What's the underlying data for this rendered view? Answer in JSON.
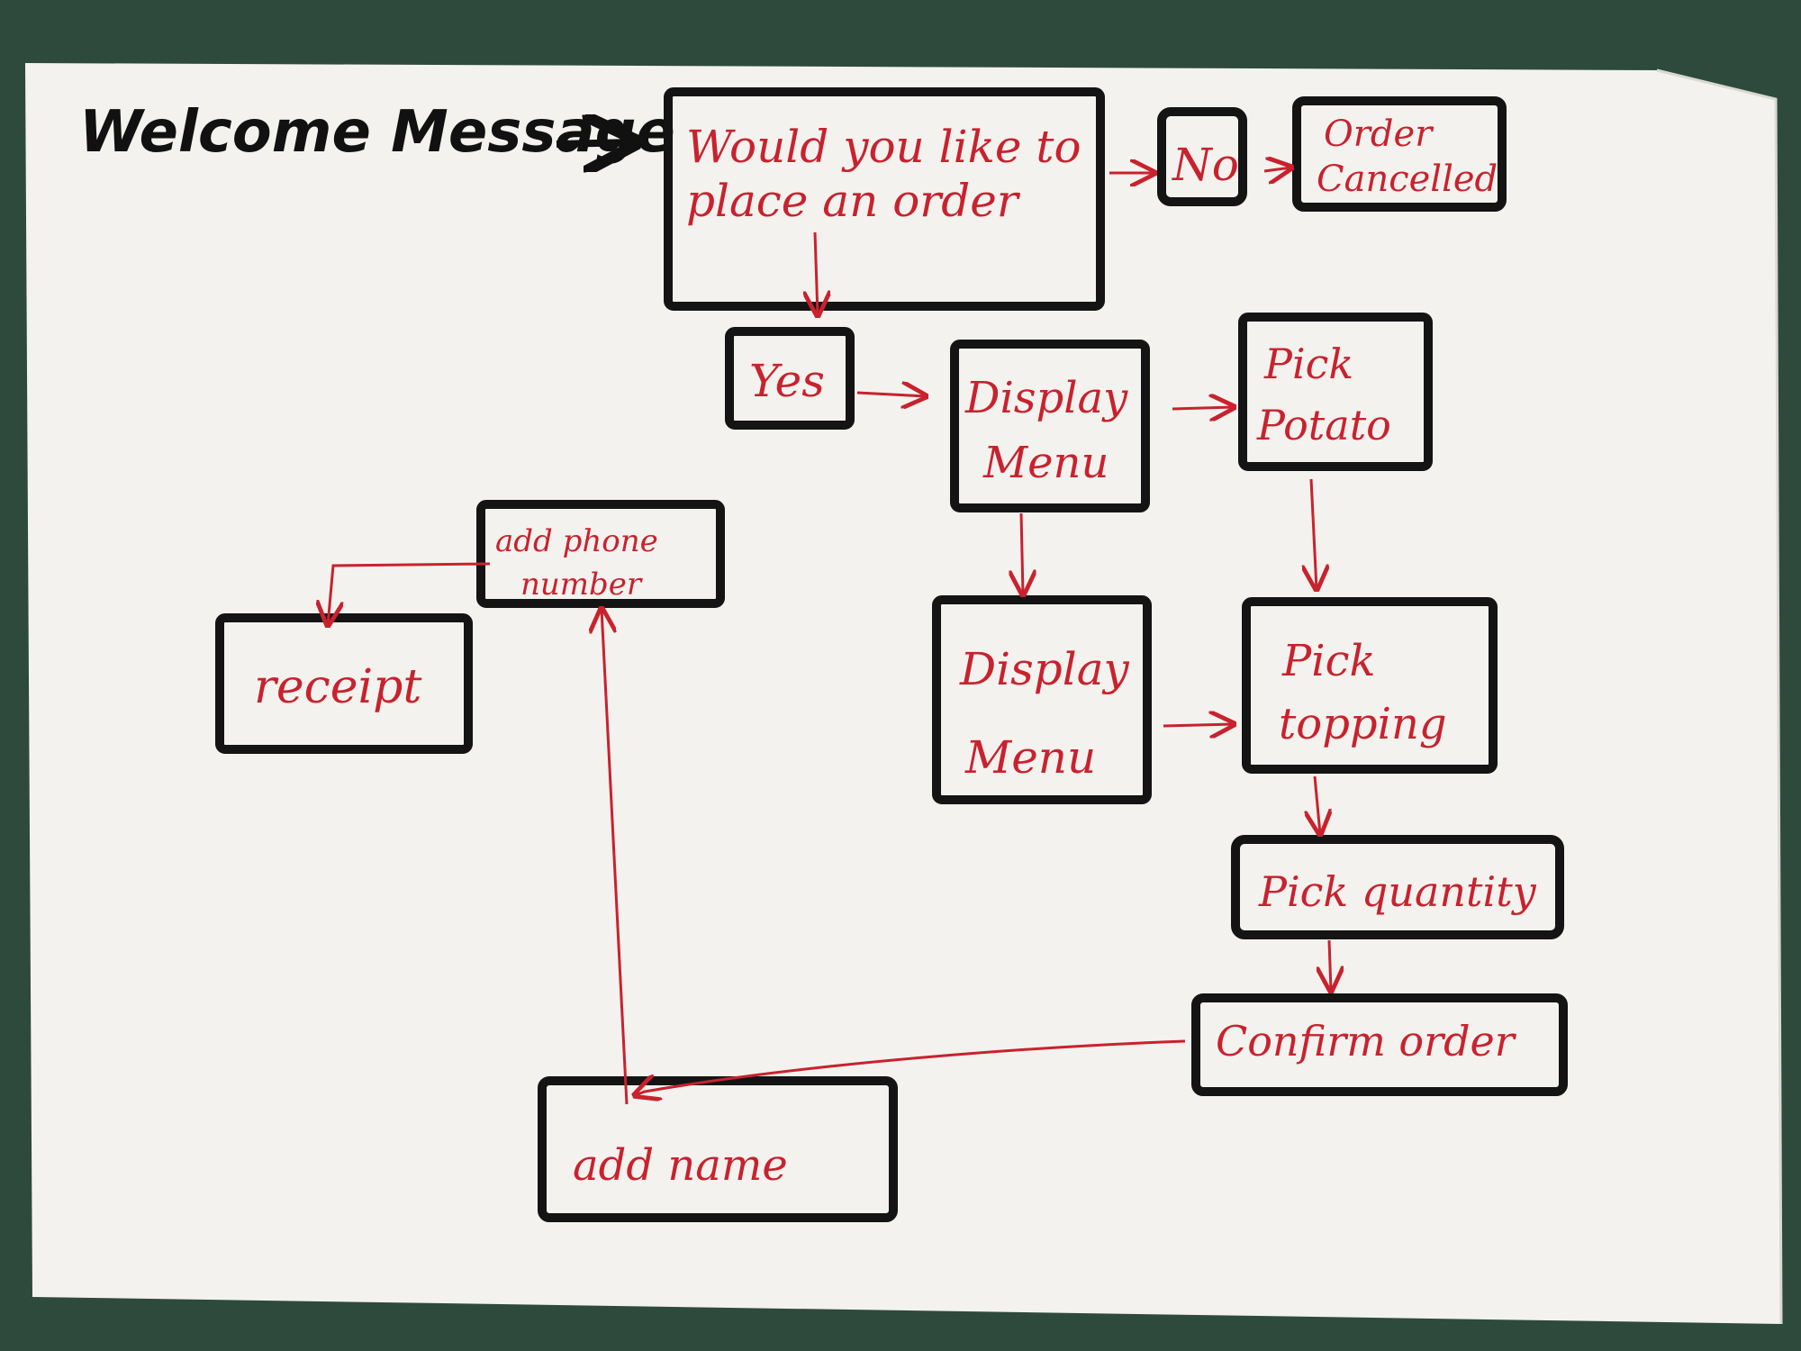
{
  "colors": {
    "background": "#2e4a3d",
    "paper": "#f3f2ee",
    "box_ink": "#141414",
    "text_ink": "#c8222e",
    "title_ink": "#111111"
  },
  "title": "Welcome Message",
  "nodes": {
    "place_order": {
      "line1": "Would you like to",
      "line2": "place an order"
    },
    "no": {
      "label": "No"
    },
    "order_cancelled": {
      "line1": "Order",
      "line2": "Cancelled"
    },
    "yes": {
      "label": "Yes"
    },
    "display_menu_1": {
      "line1": "Display",
      "line2": "Menu"
    },
    "pick_potato": {
      "line1": "Pick",
      "line2": "Potato"
    },
    "display_menu_2": {
      "line1": "Display",
      "line2": "Menu"
    },
    "pick_topping": {
      "line1": "Pick",
      "line2": "topping"
    },
    "pick_quantity": {
      "label": "Pick quantity"
    },
    "confirm_order": {
      "label": "Confirm order"
    },
    "add_name": {
      "label": "add name"
    },
    "add_phone_number": {
      "line1": "add phone",
      "line2": "number"
    },
    "receipt": {
      "label": "receipt"
    }
  }
}
